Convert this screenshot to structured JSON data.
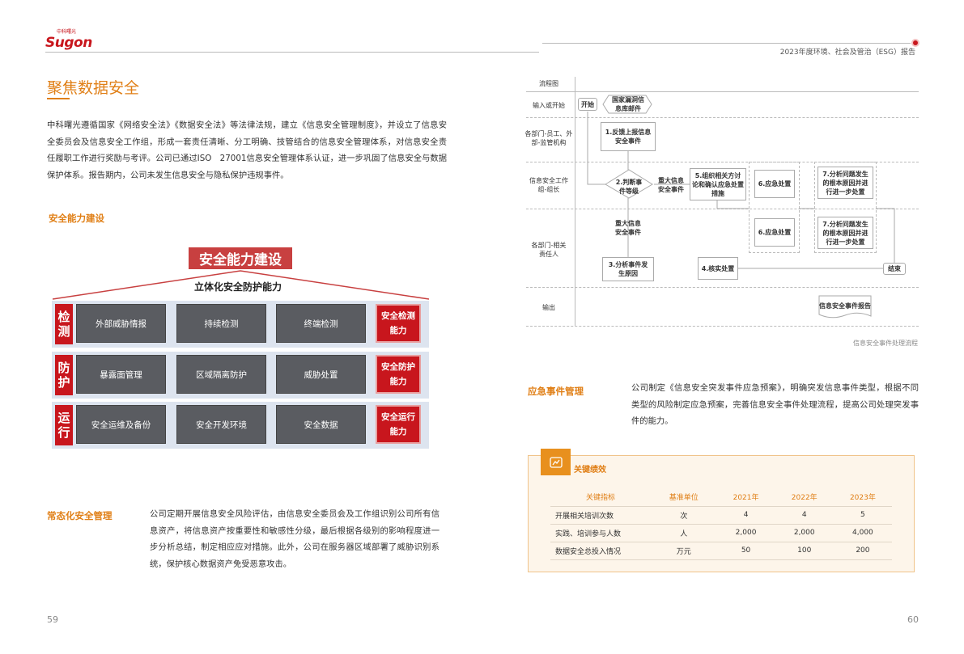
{
  "header": {
    "logo_text": "Sugon",
    "logo_cn": "中科曙光",
    "report_title": "2023年度环境、社会及管治（ESG）报告"
  },
  "left": {
    "title": "聚焦数据安全",
    "intro": "中科曙光遵循国家《网络安全法》《数据安全法》等法律法规，建立《信息安全管理制度》，并设立了信息安全委员会及信息安全工作组，形成一套责任清晰、分工明确、技管结合的信息安全管理体系，对信息安全责任履职工作进行奖励与考评。公司已通过ISO　27001信息安全管理体系认证，进一步巩固了信息安全与数据保护体系。报告期内，公司未发生信息安全与隐私保护违规事件。",
    "capability_heading": "安全能力建设",
    "diagram": {
      "title": "安全能力建设",
      "subtitle": "立体化安全防护能力",
      "rows": [
        {
          "label": "检测",
          "items": [
            "外部威胁情报",
            "持续检测",
            "终端检测"
          ],
          "summary": "安全检测能力"
        },
        {
          "label": "防护",
          "items": [
            "暴露面管理",
            "区域隔离防护",
            "威胁处置"
          ],
          "summary": "安全防护能力"
        },
        {
          "label": "运行",
          "items": [
            "安全运维及备份",
            "安全开发环境",
            "安全数据"
          ],
          "summary": "安全运行能力"
        }
      ]
    },
    "routine_heading": "常态化安全管理",
    "routine_text": "公司定期开展信息安全风险评估，由信息安全委员会及工作组识别公司所有信息资产，将信息资产按重要性和敏感性分级，最后根据各级别的影响程度进一步分析总结，制定相应应对措施。此外，公司在服务器区域部署了威胁识别系统，保护核心数据资产免受恶意攻击。",
    "page_number": "59"
  },
  "flowchart": {
    "lanes": [
      "流程图",
      "输入或开始",
      "各部门-员工、外部-监管机构",
      "信息安全工作组-组长",
      "各部门-相关责任人",
      "输出"
    ],
    "start": "开始",
    "source": "国家漏洞信息库邮件",
    "step1": "1.反馈上报信息安全事件",
    "step2": "2.判断事件等级",
    "major1": "重大信息安全事件",
    "major2": "重大信息安全事件",
    "step3": "3.分析事件发生原因",
    "step4": "4.核实处置",
    "step5": "5.组织相关方讨论和确认应急处置措施",
    "step6a": "6.应急处置",
    "step6b": "6.应急处置",
    "step7a": "7.分析问题发生的根本原因并进行进一步处置",
    "step7b": "7.分析问题发生的根本原因并进行进一步处置",
    "end": "结束",
    "report": "信息安全事件报告",
    "caption": "信息安全事件处理流程"
  },
  "emergency": {
    "heading": "应急事件管理",
    "text": "公司制定《信息安全突发事件应急预案》，明确突发信息事件类型，根据不同类型的风险制定应急预案，完善信息安全事件处理流程，提高公司处理突发事件的能力。"
  },
  "kpi": {
    "title": "关键绩效",
    "icon": "chart-line-icon",
    "headers": [
      "关键指标",
      "基准单位",
      "2021年",
      "2022年",
      "2023年"
    ],
    "rows": [
      [
        "开展相关培训次数",
        "次",
        "4",
        "4",
        "5"
      ],
      [
        "实践、培训参与人数",
        "人",
        "2,000",
        "2,000",
        "4,000"
      ],
      [
        "数据安全总投入情况",
        "万元",
        "50",
        "100",
        "200"
      ]
    ]
  },
  "page_number_right": "60",
  "colors": {
    "accent": "#e07f16",
    "brand_red": "#c8161d"
  }
}
